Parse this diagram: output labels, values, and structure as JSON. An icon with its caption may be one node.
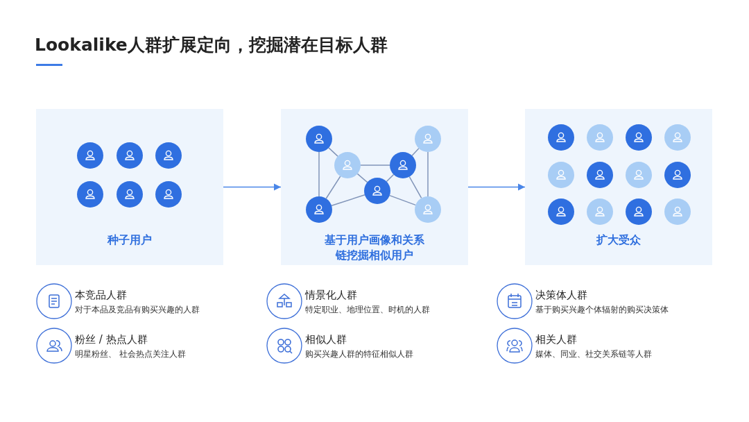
{
  "diagram": {
    "title": "Lookalike人群扩展定向，挖掘潜在目标人群",
    "nodes": [
      {
        "text": [
          "种子用户"
        ]
      },
      {
        "text": [
          "基于用户画像和关系链挖掘相似用户"
        ]
      },
      {
        "text": [],
        "shape": "circle",
        "in": 1
      },
      {
        "text": [],
        "shape": "circle",
        "in": 1
      },
      {
        "text": [],
        "shape": "circle",
        "in": 1
      },
      {
        "text": [],
        "shape": "circle",
        "in": 1
      },
      {
        "text": [],
        "shape": "circle",
        "in": 1
      },
      {
        "text": [],
        "shape": "circle",
        "in": 1
      },
      {
        "text": [],
        "shape": "circle",
        "in": 1
      },
      {
        "text": [
          "扩大受众"
        ]
      }
    ],
    "edges": [
      {
        "from": 0,
        "to": 1,
        "arrow": "to",
        "color": "#4a86e8"
      },
      {
        "from": 2,
        "to": 4,
        "arrow": "none"
      },
      {
        "from": 2,
        "to": 7,
        "arrow": "none"
      },
      {
        "from": 4,
        "to": 5,
        "arrow": "none"
      },
      {
        "from": 4,
        "to": 6,
        "arrow": "none"
      },
      {
        "from": 4,
        "to": 7,
        "arrow": "none"
      },
      {
        "from": 5,
        "to": 3,
        "arrow": "none"
      },
      {
        "from": 5,
        "to": 6,
        "arrow": "none"
      },
      {
        "from": 5,
        "to": 8,
        "arrow": "none"
      },
      {
        "from": 3,
        "to": 8,
        "arrow": "none"
      },
      {
        "from": 6,
        "to": 7,
        "arrow": "none"
      },
      {
        "from": 6,
        "to": 8,
        "arrow": "none"
      },
      {
        "from": 1,
        "to": 9,
        "arrow": "to",
        "color": "#4a86e8"
      }
    ],
    "labels": [
      "本竞品人群",
      "对于本品及竞品有购买兴趣的人群",
      "情景化人群",
      "特定职业、地理位置、时机的人群",
      "决策体人群",
      "基于购买兴趣个体辐射的购买决策体",
      "粉丝 / 热点人群",
      "明星粉丝、 社会热点关注人群",
      "相似人群",
      "购买兴趣人群的特征相似人群",
      "相关人群",
      "媒体、同业、社交关系链等人群"
    ]
  }
}
